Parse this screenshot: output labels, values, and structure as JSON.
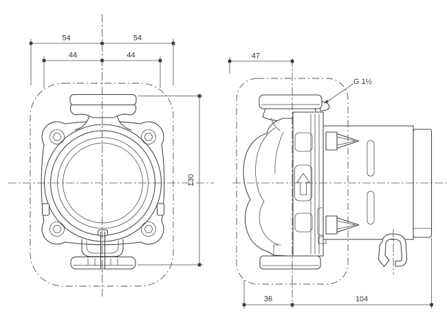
{
  "drawing_type": "pump dimensional drawing, two orthographic views",
  "front_view": {
    "dim_top_outer_left": "54",
    "dim_top_outer_right": "54",
    "dim_top_inner_left": "44",
    "dim_top_inner_right": "44",
    "dim_overall_height": "130"
  },
  "side_view": {
    "dim_top_width": "47",
    "connection_thread_label": "G 1½",
    "dim_bottom_left": "36",
    "dim_bottom_right": "104"
  },
  "style": {
    "line_color": "#3e3e3e",
    "centerline_color": "#4f4f4f",
    "text_color": "#333333",
    "background": "#ffffff"
  }
}
